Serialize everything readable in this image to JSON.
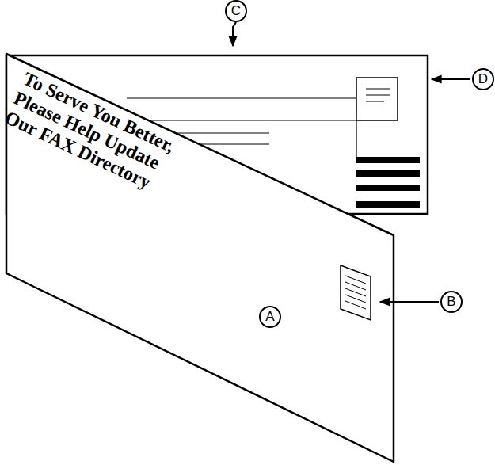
{
  "diagram": {
    "labels": [
      "To Serve You Better, Please Help Update Our FAX Directory",
      "A",
      "B",
      "C",
      "D"
    ]
  }
}
